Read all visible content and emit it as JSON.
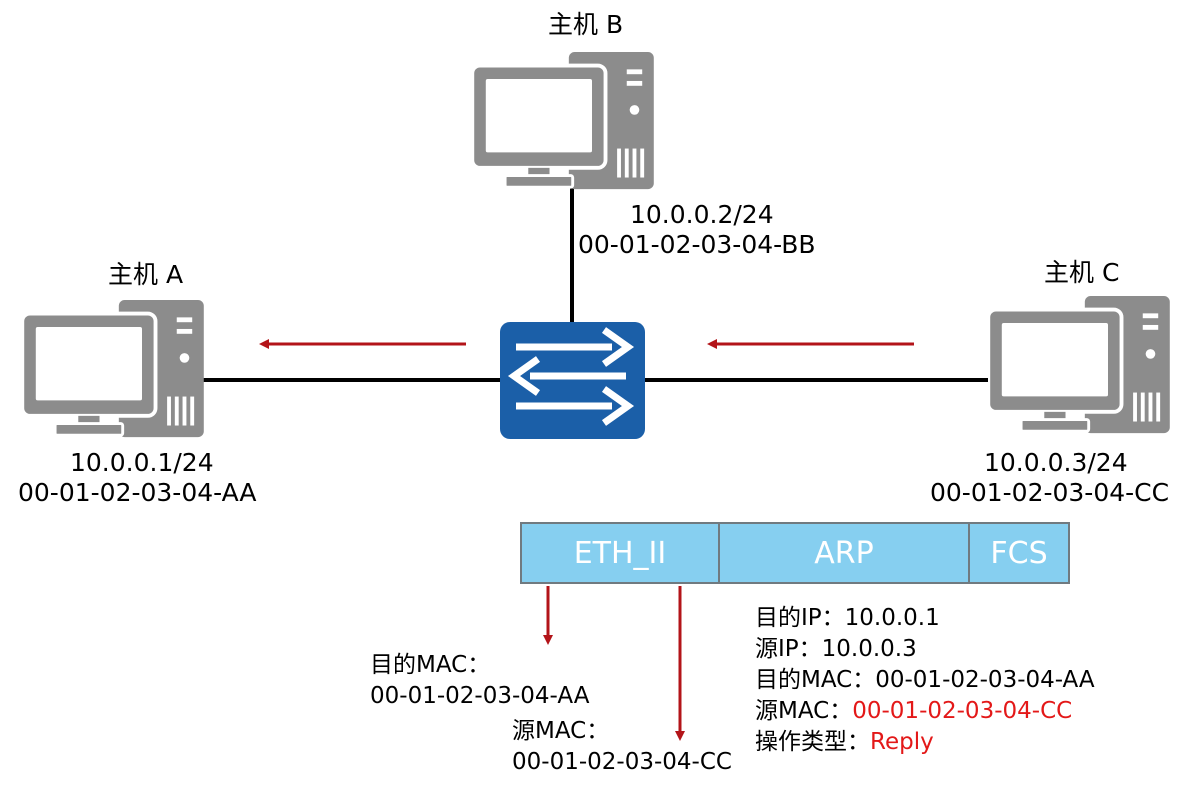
{
  "hosts": {
    "a": {
      "name": "主机 A",
      "ip": "10.0.0.1/24",
      "mac": "00-01-02-03-04-AA"
    },
    "b": {
      "name": "主机 B",
      "ip": "10.0.0.2/24",
      "mac": "00-01-02-03-04-BB"
    },
    "c": {
      "name": "主机 C",
      "ip": "10.0.0.3/24",
      "mac": "00-01-02-03-04-CC"
    }
  },
  "frame": {
    "segments": [
      "ETH_II",
      "ARP",
      "FCS"
    ]
  },
  "eth_fields": {
    "dst_label": "目的MAC：",
    "dst_value": "00-01-02-03-04-AA",
    "src_label": "源MAC：",
    "src_value": "00-01-02-03-04-CC"
  },
  "arp_fields": {
    "dst_ip": "目的IP：10.0.0.1",
    "src_ip": "源IP：10.0.0.3",
    "dst_mac": "目的MAC：00-01-02-03-04-AA",
    "src_mac_label": "源MAC：",
    "src_mac_value": "00-01-02-03-04-CC",
    "op_label": "操作类型：",
    "op_value": "Reply"
  },
  "colors": {
    "computer": "#8c8c8c",
    "switch": "#1b5fa8",
    "arrow": "#b31419",
    "frame_fill": "#86cff0",
    "highlight": "#e31818"
  },
  "icons": {
    "computer": "computer-icon",
    "switch": "switch-icon"
  }
}
